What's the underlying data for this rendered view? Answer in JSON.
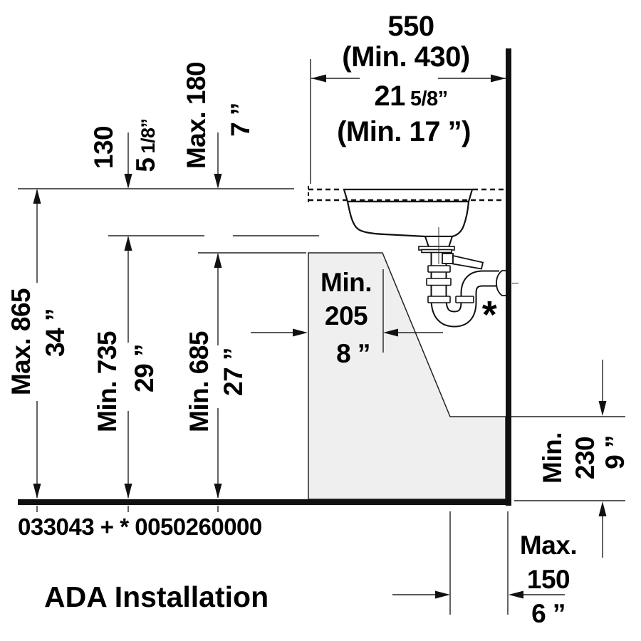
{
  "notes": {
    "title": "ADA Installation",
    "product_code": "033043 + * 0050260000",
    "asterisk": "*"
  },
  "colors": {
    "line": "#111111",
    "dim_line": "#222222",
    "knee_zone_fill": "#efefef",
    "text": "#000000"
  },
  "dims": {
    "width": {
      "mm": "550",
      "mm_min": "(Min. 430)",
      "in_whole": "21",
      "in_frac": "5/8”",
      "in_min": "(Min. 17 ”)"
    },
    "rim_drop": {
      "mm": "130",
      "in_whole": "5",
      "in_frac": "1/8”"
    },
    "apron_drop": {
      "mm": "Max. 180",
      "in": "7 ”"
    },
    "rim_height": {
      "mm": "Max. 865",
      "in": "34 ”"
    },
    "underside_clearance": {
      "mm": "Min. 735",
      "in": "29 ”"
    },
    "knee_clearance": {
      "mm": "Min. 685",
      "in": "27 ”"
    },
    "knee_depth": {
      "mm_line1": "Min.",
      "mm_line2": "205",
      "in": "8 ”"
    },
    "toe_height": {
      "mm_line1": "Min.",
      "mm_line2": "230",
      "in": "9 ”"
    },
    "toe_depth": {
      "line1": "Max.",
      "line2": "150",
      "line3": "6 ”"
    }
  }
}
